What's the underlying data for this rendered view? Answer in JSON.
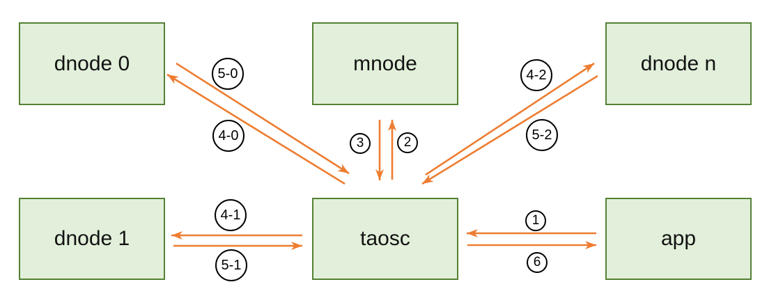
{
  "diagram": {
    "description": "Message flow diagram between app, taosc, mnode and data nodes",
    "colors": {
      "background": "#ffffff",
      "node_fill": "#e2efda",
      "node_border": "#538135",
      "arrow": "#ed7d31",
      "badge_fill": "#ffffff",
      "badge_border": "#000000",
      "text": "#000000"
    },
    "nodes": [
      {
        "id": "dnode-0",
        "label": "dnode 0"
      },
      {
        "id": "mnode",
        "label": "mnode"
      },
      {
        "id": "dnode-n",
        "label": "dnode n"
      },
      {
        "id": "dnode-1",
        "label": "dnode 1"
      },
      {
        "id": "taosc",
        "label": "taosc"
      },
      {
        "id": "app",
        "label": "app"
      }
    ],
    "edges": [
      {
        "id": "5-0",
        "label": "5-0",
        "from": "dnode 0",
        "to": "taosc"
      },
      {
        "id": "4-0",
        "label": "4-0",
        "from": "taosc",
        "to": "dnode 0"
      },
      {
        "id": "3",
        "label": "3",
        "from": "mnode",
        "to": "taosc"
      },
      {
        "id": "2",
        "label": "2",
        "from": "taosc",
        "to": "mnode"
      },
      {
        "id": "4-2",
        "label": "4-2",
        "from": "taosc",
        "to": "dnode n"
      },
      {
        "id": "5-2",
        "label": "5-2",
        "from": "dnode n",
        "to": "taosc"
      },
      {
        "id": "4-1",
        "label": "4-1",
        "from": "taosc",
        "to": "dnode 1"
      },
      {
        "id": "5-1",
        "label": "5-1",
        "from": "dnode 1",
        "to": "taosc"
      },
      {
        "id": "1",
        "label": "1",
        "from": "app",
        "to": "taosc"
      },
      {
        "id": "6",
        "label": "6",
        "from": "taosc",
        "to": "app"
      }
    ]
  }
}
